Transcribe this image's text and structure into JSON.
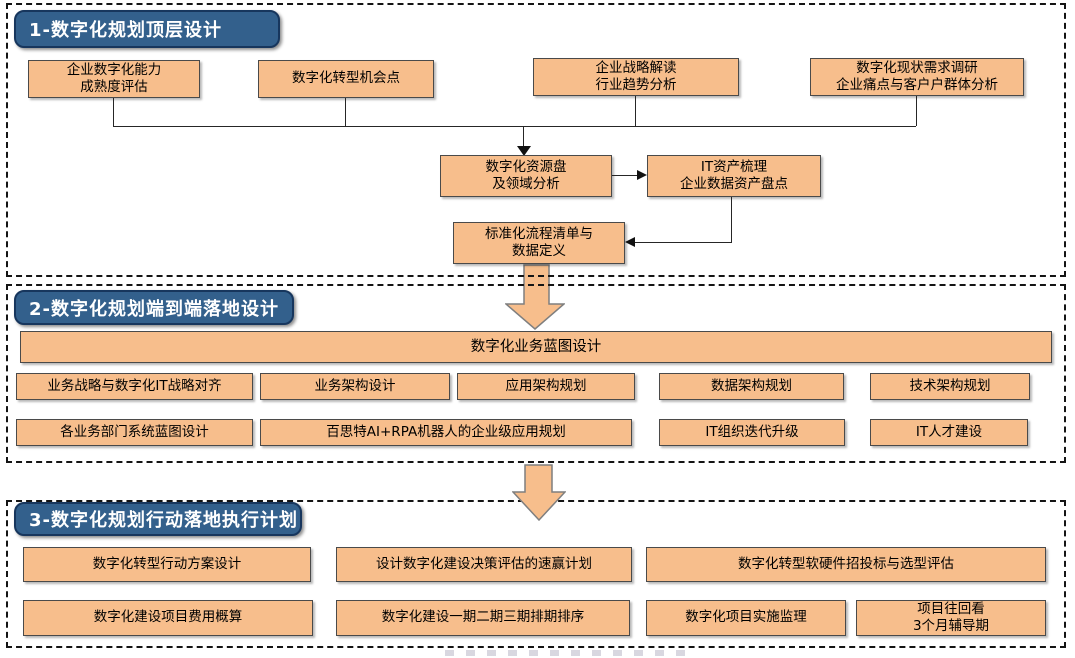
{
  "palette": {
    "box_fill": "#F7BE8C",
    "box_border": "#4A4A4A",
    "header_fill": "#33608C",
    "header_border": "#17365D",
    "header_text": "#FFFFFF",
    "connector": "#262626",
    "section_dash_border": "#141414",
    "big_arrow_fill": "#F7BE8C",
    "big_arrow_border": "#7F7F7F"
  },
  "s1": {
    "title": "1-数字化规划顶层设计",
    "b1": "企业数字化能力\n成熟度评估",
    "b2": "数字化转型机会点",
    "b3": "企业战略解读\n行业趋势分析",
    "b4": "数字化现状需求调研\n企业痛点与客户户群体分析",
    "b5": "数字化资源盘\n及领域分析",
    "b6": "IT资产梳理\n企业数据资产盘点",
    "b7": "标准化流程清单与\n数据定义"
  },
  "s2": {
    "title": "2-数字化规划端到端落地设计",
    "banner": "数字化业务蓝图设计",
    "r1": [
      "业务战略与数字化IT战略对齐",
      "业务架构设计",
      "应用架构规划",
      "数据架构规划",
      "技术架构规划"
    ],
    "r2": [
      "各业务部门系统蓝图设计",
      "百思特AI+RPA机器人的企业级应用规划",
      "IT组织迭代升级",
      "IT人才建设"
    ]
  },
  "s3": {
    "title": "3-数字化规划行动落地执行计划",
    "r1": [
      "数字化转型行动方案设计",
      "设计数字化建设决策评估的速赢计划",
      "数字化转型软硬件招投标与选型评估"
    ],
    "r2": [
      "数字化建设项目费用概算",
      "数字化建设一期二期三期排期排序",
      "数字化项目实施监理",
      "项目往回看\n3个月辅导期"
    ]
  }
}
